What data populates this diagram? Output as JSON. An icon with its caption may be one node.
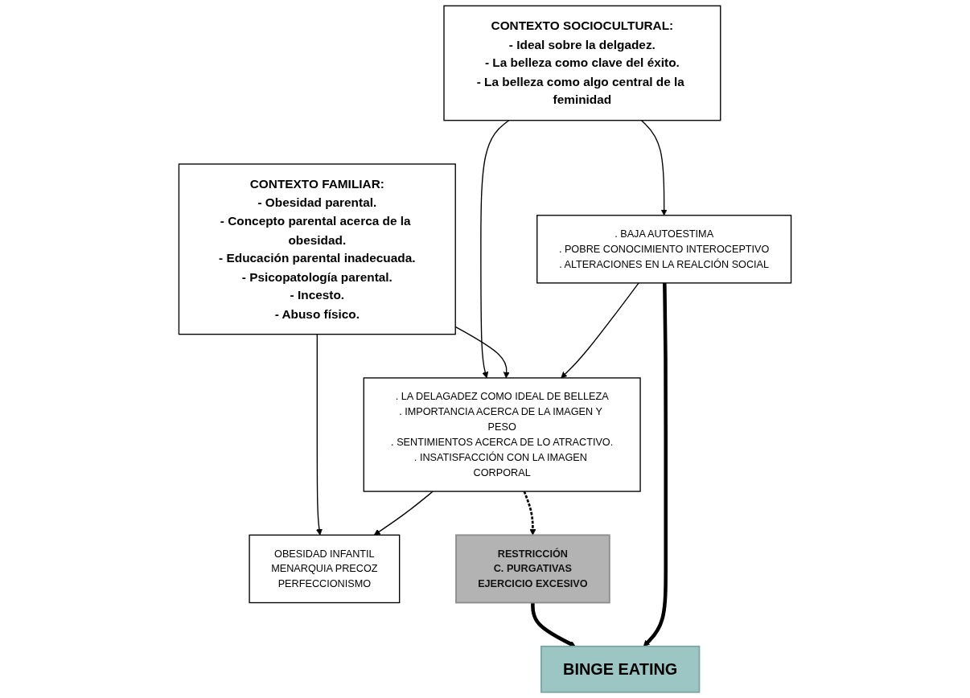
{
  "diagram": {
    "nodes": [
      {
        "text": [
          "CONTEXTO SOCIOCULTURAL:",
          "- Ideal sobre la delgadez.",
          "- La belleza como clave del éxito.",
          "- La belleza como algo central de la feminidad"
        ]
      },
      {
        "text": [
          "CONTEXTO FAMILIAR:",
          "- Obesidad parental.",
          "- Concepto parental acerca de la obesidad.",
          "- Educación parental inadecuada.",
          "- Psicopatología parental.",
          "- Incesto.",
          "- Abuso físico."
        ]
      },
      {
        "text": [
          ". BAJA AUTOESTIMA",
          ". POBRE CONOCIMIENTO INTEROCEPTIVO",
          ". ALTERACIONES EN LA REALCIÓN SOCIAL"
        ]
      },
      {
        "text": [
          ". LA DELAGADEZ COMO IDEAL DE BELLEZA",
          ". IMPORTANCIA ACERCA DE LA IMAGEN Y PESO",
          ". SENTIMIENTOS ACERCA DE LO ATRACTIVO.",
          ". INSATISFACCIÓN CON LA IMAGEN CORPORAL"
        ]
      },
      {
        "text": [
          "OBESIDAD INFANTIL",
          "MENARQUIA PRECOZ",
          "PERFECCIONISMO"
        ]
      },
      {
        "text": [
          "RESTRICCIÓN",
          "C. PURGATIVAS",
          "EJERCICIO EXCESIVO"
        ]
      },
      {
        "text": [
          "BINGE EATING"
        ]
      }
    ],
    "edges": [
      {
        "from": 0,
        "to": 2,
        "arrow": "to"
      },
      {
        "from": 0,
        "to": 3,
        "arrow": "to"
      },
      {
        "from": 1,
        "to": 3,
        "arrow": "to"
      },
      {
        "from": 1,
        "to": 4,
        "arrow": "to"
      },
      {
        "from": 2,
        "to": 3,
        "arrow": "to"
      },
      {
        "from": 3,
        "to": 4,
        "arrow": "to"
      },
      {
        "from": 3,
        "to": 5,
        "arrow": "to",
        "style": "dashed"
      },
      {
        "from": 5,
        "to": 6,
        "arrow": "to",
        "style": "thick"
      },
      {
        "from": 2,
        "to": 6,
        "arrow": "to",
        "style": "thick"
      }
    ]
  }
}
